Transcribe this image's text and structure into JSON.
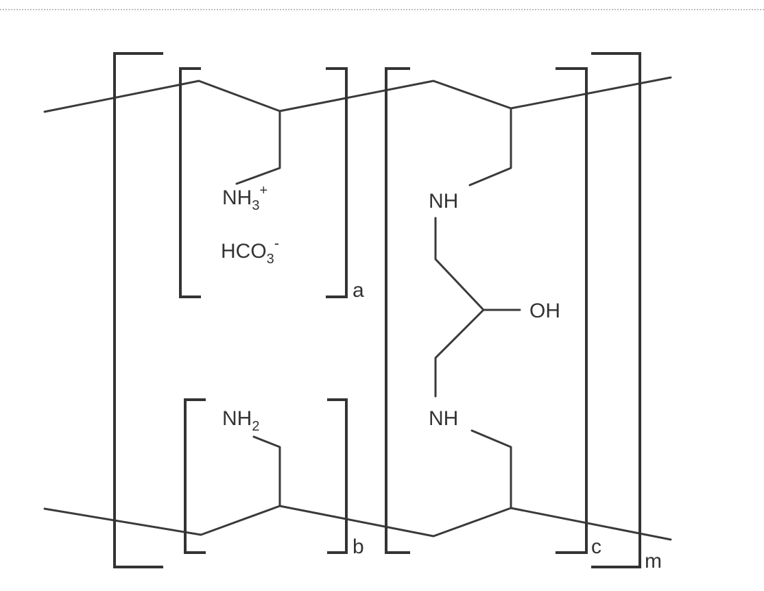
{
  "diagram": {
    "groups": {
      "ammonium": {
        "atom": "NH",
        "sub": "3",
        "charge": "+"
      },
      "bicarbonate": {
        "atom": "HCO",
        "sub": "3",
        "charge": "-"
      },
      "amine": {
        "atom": "NH",
        "sub": "2"
      },
      "nh_top": "NH",
      "hydroxyl": "OH",
      "nh_bottom": "NH"
    },
    "subscripts": {
      "a": "a",
      "b": "b",
      "c": "c",
      "m": "m"
    }
  },
  "colors": {
    "ink": "#333333",
    "background": "#ffffff",
    "dotted_rule": "#bdbdbd"
  }
}
